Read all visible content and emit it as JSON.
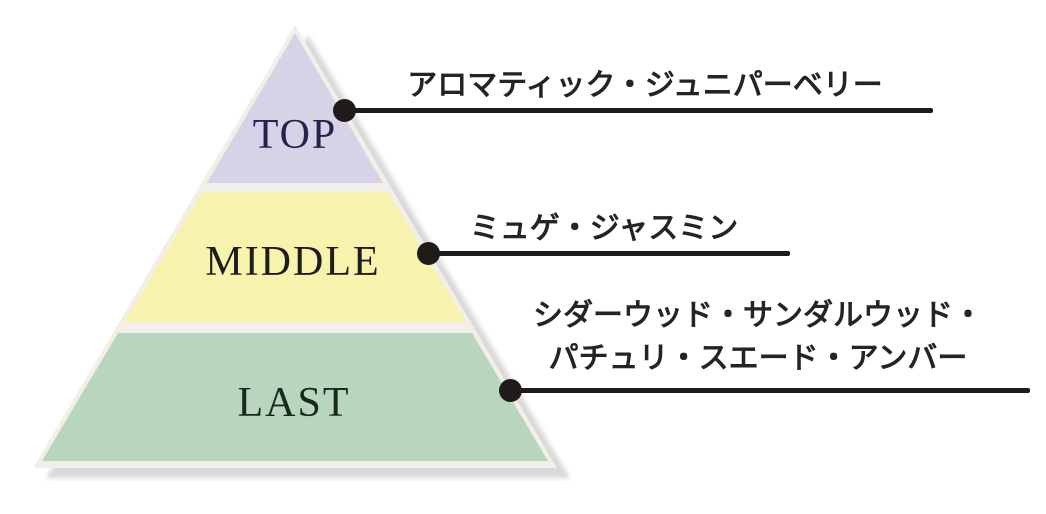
{
  "diagram": {
    "type": "fragrance-note-pyramid",
    "background_color": "#ffffff",
    "shadow_color": "#d6d4d5",
    "gap_color": "#f1efe8",
    "line_color": "#1f1b18"
  },
  "pyramid": {
    "levels": [
      {
        "id": "top",
        "label": "TOP",
        "color": "#d6d3e6",
        "text_color": "#23234d"
      },
      {
        "id": "middle",
        "label": "MIDDLE",
        "color": "#f7f3ac",
        "text_color": "#1d1d1d"
      },
      {
        "id": "last",
        "label": "LAST",
        "color": "#b8d6bd",
        "text_color": "#19291d"
      }
    ]
  },
  "callouts": [
    {
      "level": "top",
      "text": "アロマティック・ジュニパーベリー"
    },
    {
      "level": "middle",
      "text": "ミュゲ・ジャスミン"
    },
    {
      "level": "last",
      "line1": "シダーウッド・サンダルウッド・",
      "line2": "パチュリ・スエード・アンバー"
    }
  ]
}
